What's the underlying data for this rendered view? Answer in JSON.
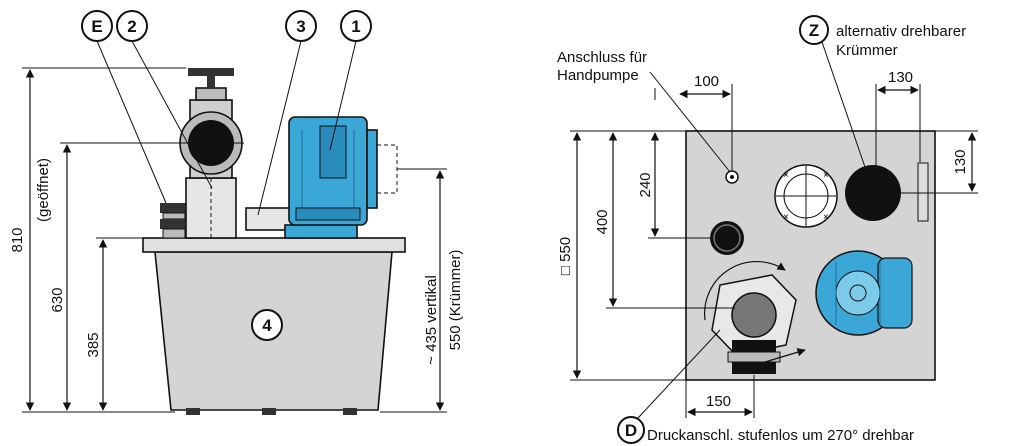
{
  "side_view": {
    "callouts": {
      "e": "E",
      "two": "2",
      "three": "3",
      "one": "1",
      "four": "4"
    },
    "dimensions": {
      "total_height": "810",
      "total_height_note": "(geöffnet)",
      "height_630": "630",
      "height_385": "385",
      "vertical_435": "~ 435 vertikal",
      "elbow_550": "550 (Krümmer)"
    }
  },
  "top_view": {
    "labels": {
      "hand_pump_line1": "Anschluss für",
      "hand_pump_line2": "Handpumpe",
      "alt_line1": "alternativ drehbarer",
      "alt_line2": "Krümmer",
      "pressure_connection": "Druckanschl. stufenlos um 270° drehbar"
    },
    "callouts": {
      "z": "Z",
      "d": "D"
    },
    "dimensions": {
      "d100": "100",
      "d130_top": "130",
      "d130_side": "130",
      "d240": "240",
      "d400": "400",
      "d550": "□ 550",
      "d150": "150"
    }
  },
  "colors": {
    "tank_fill": "#d4d4d4",
    "plate_fill": "#e0e0e0",
    "motor_fill": "#3aa7d6",
    "pipe_black": "#111111"
  }
}
